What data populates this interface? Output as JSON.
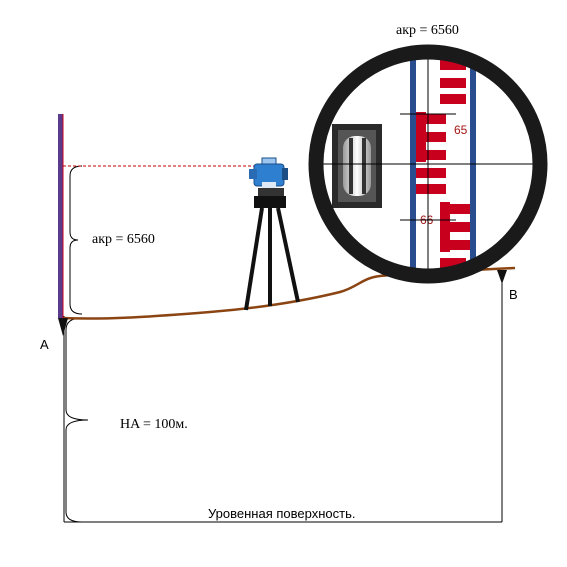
{
  "labels": {
    "top_reading": "aкр = 6560",
    "staff_reading": "aкр = 6560",
    "point_a": "A",
    "point_b": "B",
    "height_a": "HA = 100м.",
    "level_surface": "Уровенная поверхность."
  },
  "staff": {
    "numbers": [
      "65",
      "66"
    ]
  },
  "colors": {
    "ground": "#8b4513",
    "sight_line": "#c00000",
    "staff_red": "#c8001e",
    "staff_blue": "#2a4d8f",
    "scope_ring": "#1a1a1a",
    "instrument_blue": "#2f7fd1"
  }
}
